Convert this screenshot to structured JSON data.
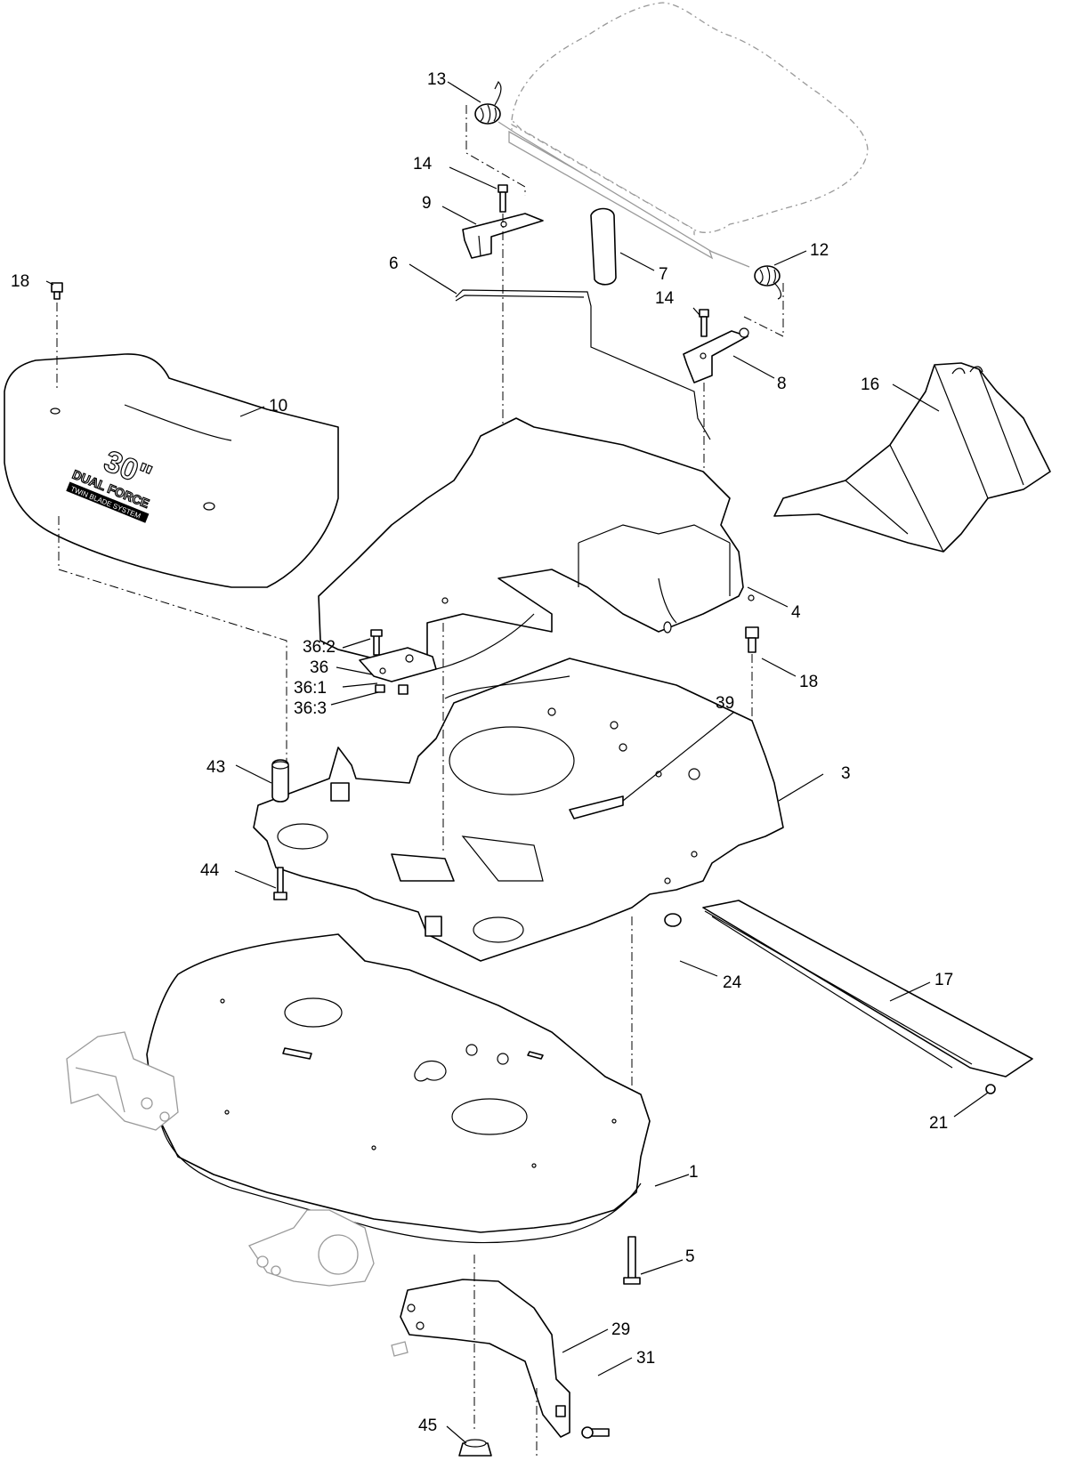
{
  "callouts": [
    {
      "id": "c13",
      "label": "13"
    },
    {
      "id": "c14a",
      "label": "14"
    },
    {
      "id": "c9",
      "label": "9"
    },
    {
      "id": "c6",
      "label": "6"
    },
    {
      "id": "c7",
      "label": "7"
    },
    {
      "id": "c12",
      "label": "12"
    },
    {
      "id": "c14b",
      "label": "14"
    },
    {
      "id": "c8",
      "label": "8"
    },
    {
      "id": "c16",
      "label": "16"
    },
    {
      "id": "c18a",
      "label": "18"
    },
    {
      "id": "c10",
      "label": "10"
    },
    {
      "id": "c4",
      "label": "4"
    },
    {
      "id": "c18b",
      "label": "18"
    },
    {
      "id": "c36_2",
      "label": "36:2"
    },
    {
      "id": "c36",
      "label": "36"
    },
    {
      "id": "c36_1",
      "label": "36:1"
    },
    {
      "id": "c36_3",
      "label": "36:3"
    },
    {
      "id": "c39",
      "label": "39"
    },
    {
      "id": "c3",
      "label": "3"
    },
    {
      "id": "c43",
      "label": "43"
    },
    {
      "id": "c44",
      "label": "44"
    },
    {
      "id": "c24",
      "label": "24"
    },
    {
      "id": "c17",
      "label": "17"
    },
    {
      "id": "c21",
      "label": "21"
    },
    {
      "id": "c1",
      "label": "1"
    },
    {
      "id": "c5",
      "label": "5"
    },
    {
      "id": "c29",
      "label": "29"
    },
    {
      "id": "c31",
      "label": "31"
    },
    {
      "id": "c45",
      "label": "45"
    }
  ],
  "decal": {
    "size": "30\"",
    "brand": "DUAL FORCE",
    "subtitle": "TWIN BLADE SYSTEM"
  }
}
